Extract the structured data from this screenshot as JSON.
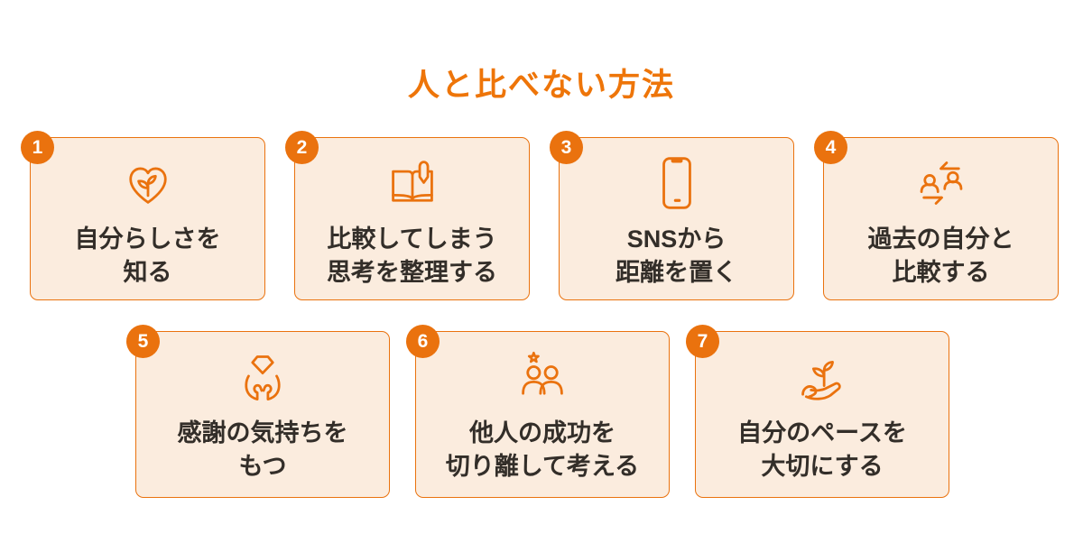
{
  "title": "人と比べない方法",
  "colors": {
    "accent": "#EA720E",
    "title": "#EE7509",
    "card_bg": "#FBECDE",
    "card_border": "#EA720E",
    "text": "#332E29",
    "badge_text": "#FFFFFF",
    "page_bg": "#FFFFFF"
  },
  "cards": [
    {
      "number": "1",
      "icon": "heart-sprout-icon",
      "lines": [
        "自分らしさを",
        "知る"
      ]
    },
    {
      "number": "2",
      "icon": "book-pen-icon",
      "lines": [
        "比較してしまう",
        "思考を整理する"
      ]
    },
    {
      "number": "3",
      "icon": "smartphone-icon",
      "lines": [
        "SNSから",
        "距離を置く"
      ]
    },
    {
      "number": "4",
      "icon": "people-swap-icon",
      "lines": [
        "過去の自分と",
        "比較する"
      ]
    },
    {
      "number": "5",
      "icon": "hands-gem-icon",
      "lines": [
        "感謝の気持ちを",
        "もつ"
      ]
    },
    {
      "number": "6",
      "icon": "people-star-icon",
      "lines": [
        "他人の成功を",
        "切り離して考える"
      ]
    },
    {
      "number": "7",
      "icon": "hand-sprout-icon",
      "lines": [
        "自分のペースを",
        "大切にする"
      ]
    }
  ]
}
